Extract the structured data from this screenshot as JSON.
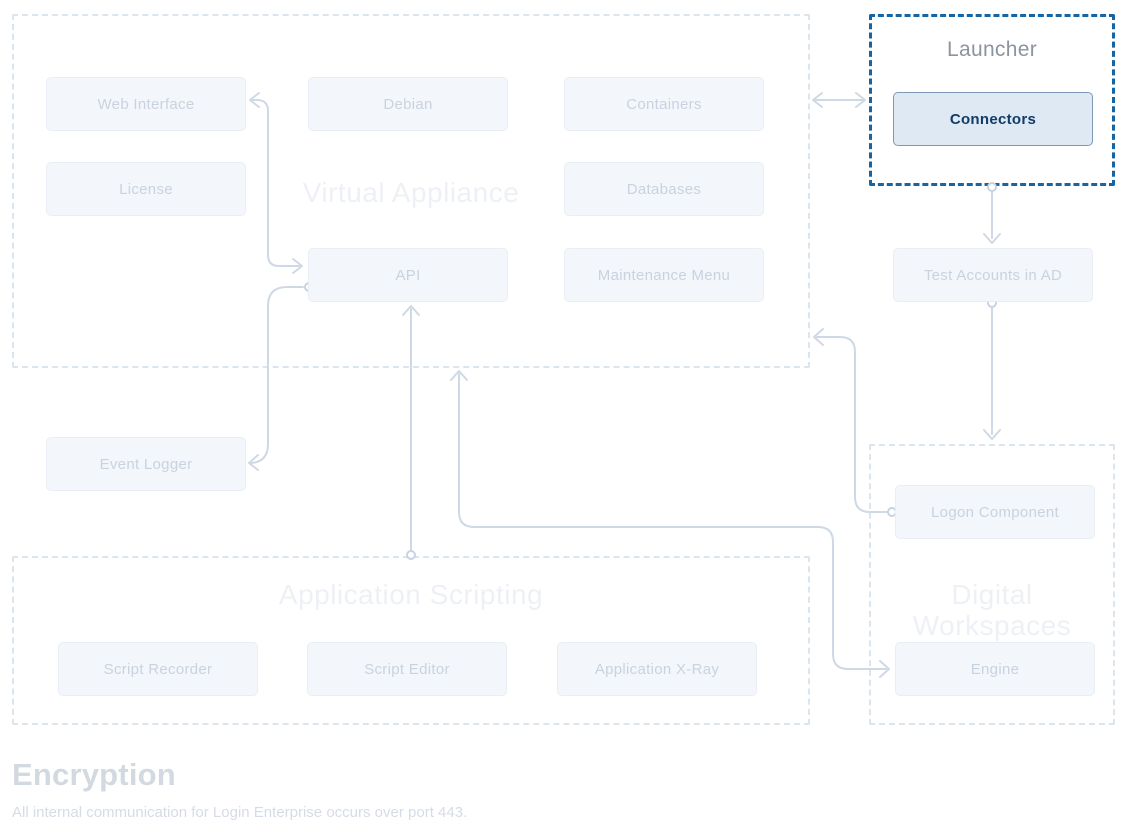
{
  "labels": {
    "virtual_appliance": "Virtual Appliance",
    "web_interface": "Web Interface",
    "debian": "Debian",
    "containers": "Containers",
    "license": "License",
    "databases": "Databases",
    "api": "API",
    "maintenance_menu": "Maintenance Menu",
    "launcher": "Launcher",
    "connectors": "Connectors",
    "test_accounts_in_ad": "Test Accounts in AD",
    "event_logger": "Event Logger",
    "application_scripting": "Application Scripting",
    "script_recorder": "Script Recorder",
    "script_editor": "Script Editor",
    "application_x_ray": "Application X-Ray",
    "digital_workspaces": "Digital Workspaces",
    "logon_component": "Logon Component",
    "engine": "Engine"
  },
  "highlighted": {
    "group": "launcher",
    "node": "connectors"
  },
  "connections": [
    {
      "from": "web_interface",
      "to": "api",
      "style": "bidirectional"
    },
    {
      "from": "virtual_appliance",
      "to": "launcher",
      "style": "bidirectional"
    },
    {
      "from": "virtual_appliance",
      "to": "engine",
      "style": "bidirectional"
    },
    {
      "from": "api",
      "to": "event_logger",
      "style": "directed"
    },
    {
      "from": "application_scripting",
      "to": "api",
      "style": "directed"
    },
    {
      "from": "logon_component",
      "to": "virtual_appliance",
      "style": "directed"
    },
    {
      "from": "launcher",
      "to": "test_accounts_in_ad",
      "style": "directed"
    },
    {
      "from": "test_accounts_in_ad",
      "to": "digital_workspaces",
      "style": "directed"
    }
  ],
  "encryption": {
    "heading": "Encryption",
    "body": "All internal communication for Login Enterprise occurs over port 443."
  },
  "colors": {
    "highlight_border": "#1565a5",
    "highlight_fill": "#dfe9f3",
    "highlight_node_border": "#7d99b5",
    "highlight_text": "#123c68",
    "muted_border": "#dbe5ee",
    "muted_node_fill": "#f3f6fa",
    "muted_node_border": "#e9eef4",
    "muted_text": "#c9d3df",
    "group_title": "#edf1f6",
    "launcher_title": "#8c949f",
    "connector_line": "#cfd9e5",
    "heading": "#d3d9e1",
    "body_text": "#d6dce5"
  }
}
